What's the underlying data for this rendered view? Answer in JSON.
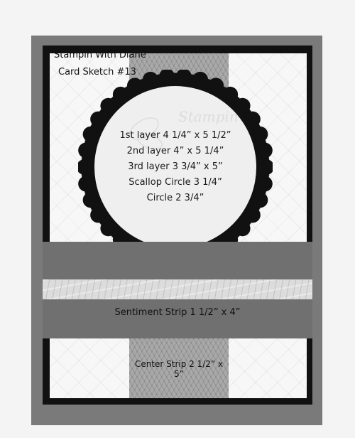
{
  "header": {
    "line1": "Stampin With Diane",
    "line2": "Card Sketch #13"
  },
  "circle_text": {
    "lines": [
      "1st layer 4 1/4” x 5 1/2”",
      "2nd layer 4” x 5 1/4”",
      "3rd layer 3 3/4” x 5”",
      "Scallop Circle 3 1/4”",
      "Circle 2 3/4”"
    ],
    "watermark": "Stampin"
  },
  "sentiment_label": "Sentiment Strip 1 1/2” x 4”",
  "center_strip_label": "Center Strip 2 1/2” x 5”",
  "colors": {
    "card_base": "#7a7a7a",
    "second_layer": "#111111",
    "embossed_layer": "#f7f7f7",
    "center_strip": "#a9a9a9",
    "sentiment_band": "#707070",
    "silver_strip": "#dcdcdc"
  }
}
